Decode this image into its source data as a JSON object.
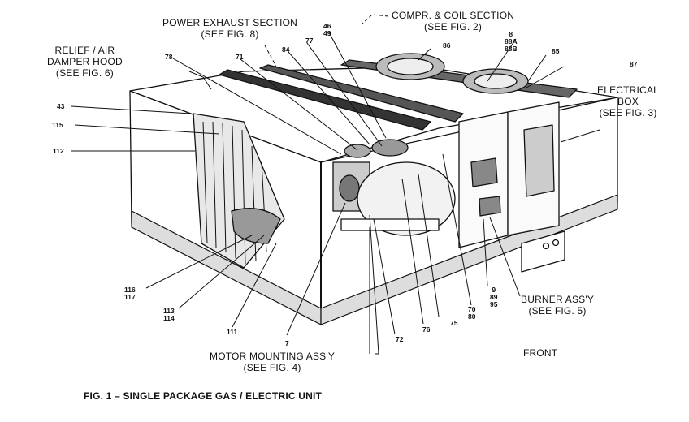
{
  "labels": {
    "power_exhaust": [
      "POWER EXHAUST SECTION",
      "(SEE FIG. 8)"
    ],
    "compr_coil": [
      "COMPR. & COIL SECTION",
      "(SEE FIG. 2)"
    ],
    "relief": [
      "RELIEF / AIR",
      "DAMPER HOOD",
      "(SEE FIG. 6)"
    ],
    "electrical": [
      "ELECTRICAL",
      "BOX",
      "(SEE FIG. 3)"
    ],
    "burner": [
      "BURNER ASS'Y",
      "(SEE FIG. 5)"
    ],
    "motor": [
      "MOTOR MOUNTING ASS'Y",
      "(SEE FIG. 4)"
    ],
    "front": "FRONT"
  },
  "part_numbers": {
    "n46_49": [
      "46",
      "49"
    ],
    "n8_88": [
      "8",
      "88A",
      "88B"
    ],
    "n86": "86",
    "n85": "85",
    "n87": "87",
    "n78": "78",
    "n71": "71",
    "n84": "84",
    "n77": "77",
    "n43": "43",
    "n115": "115",
    "n112": "112",
    "n116_117": [
      "116",
      "117"
    ],
    "n113_114": [
      "113",
      "114"
    ],
    "n111": "111",
    "n7": "7",
    "n72": "72",
    "n76": "76",
    "n75": "75",
    "n70_80": [
      "70",
      "80"
    ],
    "n9_89_95": [
      "9",
      "89",
      "95"
    ]
  },
  "caption": "FIG. 1 – SINGLE PACKAGE GAS / ELECTRIC UNIT"
}
